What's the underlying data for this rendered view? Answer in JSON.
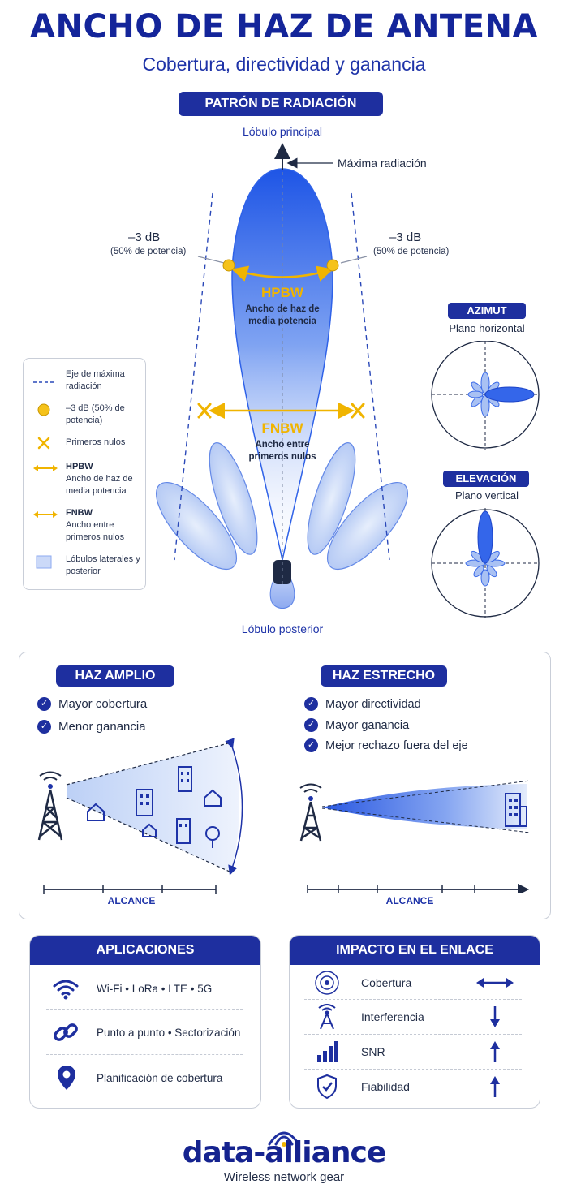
{
  "header": {
    "title": "ANCHO DE HAZ DE ANTENA",
    "subtitle": "Cobertura, directividad y ganancia"
  },
  "pattern": {
    "section_label": "PATRÓN DE RADIACIÓN",
    "main_lobe": "Lóbulo principal",
    "max_radiation": "Máxima radiación",
    "minus3db_left": "–3 dB",
    "power_left": "(50% de potencia)",
    "minus3db_right": "–3 dB",
    "power_right": "(50% de potencia)",
    "hpbw": "HPBW",
    "hpbw_desc_1": "Ancho de haz de",
    "hpbw_desc_2": "media potencia",
    "fnbw": "FNBW",
    "fnbw_desc_1": "Ancho entre",
    "fnbw_desc_2": "primeros nulos",
    "back_lobe": "Lóbulo posterior"
  },
  "legend": {
    "items": [
      {
        "icon": "dashed-line",
        "text": "Eje de máxima radiación"
      },
      {
        "icon": "gold-dot",
        "text": "–3 dB (50% de potencia)"
      },
      {
        "icon": "gold-x",
        "text": "Primeros nulos"
      },
      {
        "icon": "gold-arrow",
        "title": "HPBW",
        "text": "Ancho de haz de media potencia"
      },
      {
        "icon": "gold-arrow",
        "title": "FNBW",
        "text": "Ancho entre primeros nulos"
      },
      {
        "icon": "blue-square",
        "text": "Lóbulos laterales y posterior"
      }
    ]
  },
  "azimuth": {
    "badge": "AZIMUT",
    "caption": "Plano horizontal"
  },
  "elevation": {
    "badge": "ELEVACIÓN",
    "caption": "Plano vertical"
  },
  "wide": {
    "badge": "HAZ AMPLIO",
    "points": [
      "Mayor cobertura",
      "Menor ganancia"
    ],
    "range_label": "ALCANCE"
  },
  "narrow": {
    "badge": "HAZ ESTRECHO",
    "points": [
      "Mayor directividad",
      "Mayor ganancia",
      "Mejor rechazo fuera del eje"
    ],
    "range_label": "ALCANCE"
  },
  "applications": {
    "header": "APLICACIONES",
    "items": [
      {
        "icon": "wifi-icon",
        "text": "Wi-Fi • LoRa • LTE • 5G"
      },
      {
        "icon": "link-icon",
        "text": "Punto a punto • Sectorización"
      },
      {
        "icon": "location-pin-icon",
        "text": "Planificación de cobertura"
      }
    ]
  },
  "impact": {
    "header": "IMPACTO EN EL ENLACE",
    "items": [
      {
        "icon": "coverage-icon",
        "text": "Cobertura",
        "trend": "wider"
      },
      {
        "icon": "tower-icon",
        "text": "Interferencia",
        "trend": "down"
      },
      {
        "icon": "signal-bars-icon",
        "text": "SNR",
        "trend": "up"
      },
      {
        "icon": "shield-check-icon",
        "text": "Fiabilidad",
        "trend": "up"
      }
    ]
  },
  "brand": {
    "name": "data-alliance",
    "tagline": "Wireless network gear"
  },
  "colors": {
    "navy": "#1e2f9f",
    "gold": "#f0b400",
    "lobe_blue": "#2f62e8",
    "text": "#1f2a44"
  }
}
